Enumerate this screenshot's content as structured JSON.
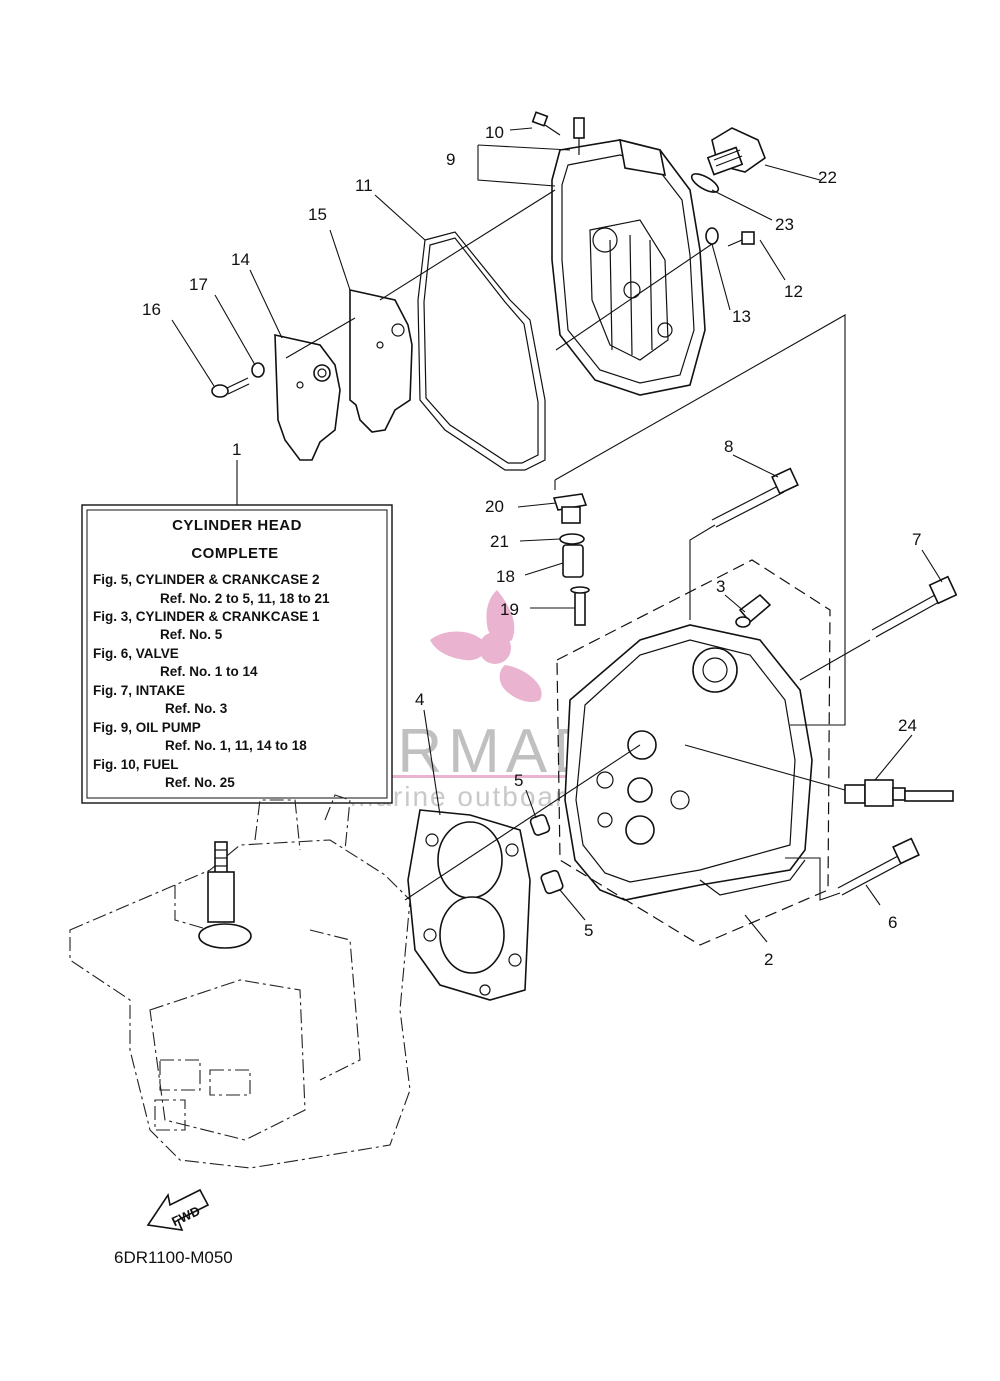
{
  "diagram": {
    "info_box": {
      "title_line1": "CYLINDER HEAD",
      "title_line2": "COMPLETE",
      "lines": [
        "Fig. 5, CYLINDER & CRANKCASE 2",
        "Ref. No. 2 to 5, 11, 18 to 21",
        "Fig. 3, CYLINDER & CRANKCASE 1",
        "Ref. No. 5",
        "Fig. 6, VALVE",
        "Ref. No. 1 to 14",
        "Fig. 7, INTAKE",
        "Ref. No. 3",
        "Fig. 9, OIL PUMP",
        "Ref. No. 1, 11, 14 to 18",
        "Fig. 10, FUEL",
        "Ref. No. 25"
      ]
    },
    "callouts": {
      "c1": "1",
      "c2": "2",
      "c3": "3",
      "c4": "4",
      "c5a": "5",
      "c5b": "5",
      "c6": "6",
      "c7": "7",
      "c8": "8",
      "c9": "9",
      "c10": "10",
      "c11": "11",
      "c12": "12",
      "c13": "13",
      "c14": "14",
      "c15": "15",
      "c16": "16",
      "c17": "17",
      "c18": "18",
      "c19": "19",
      "c20": "20",
      "c21": "21",
      "c22": "22",
      "c23": "23",
      "c24": "24"
    },
    "fwd_label": "FWD",
    "drawing_code": "6DR1100-M050"
  },
  "watermark": {
    "brand": "ARMADA",
    "tagline": "marine outboards",
    "brand_color": "#b7b7b7",
    "accent_color": "#e7a6c8"
  }
}
